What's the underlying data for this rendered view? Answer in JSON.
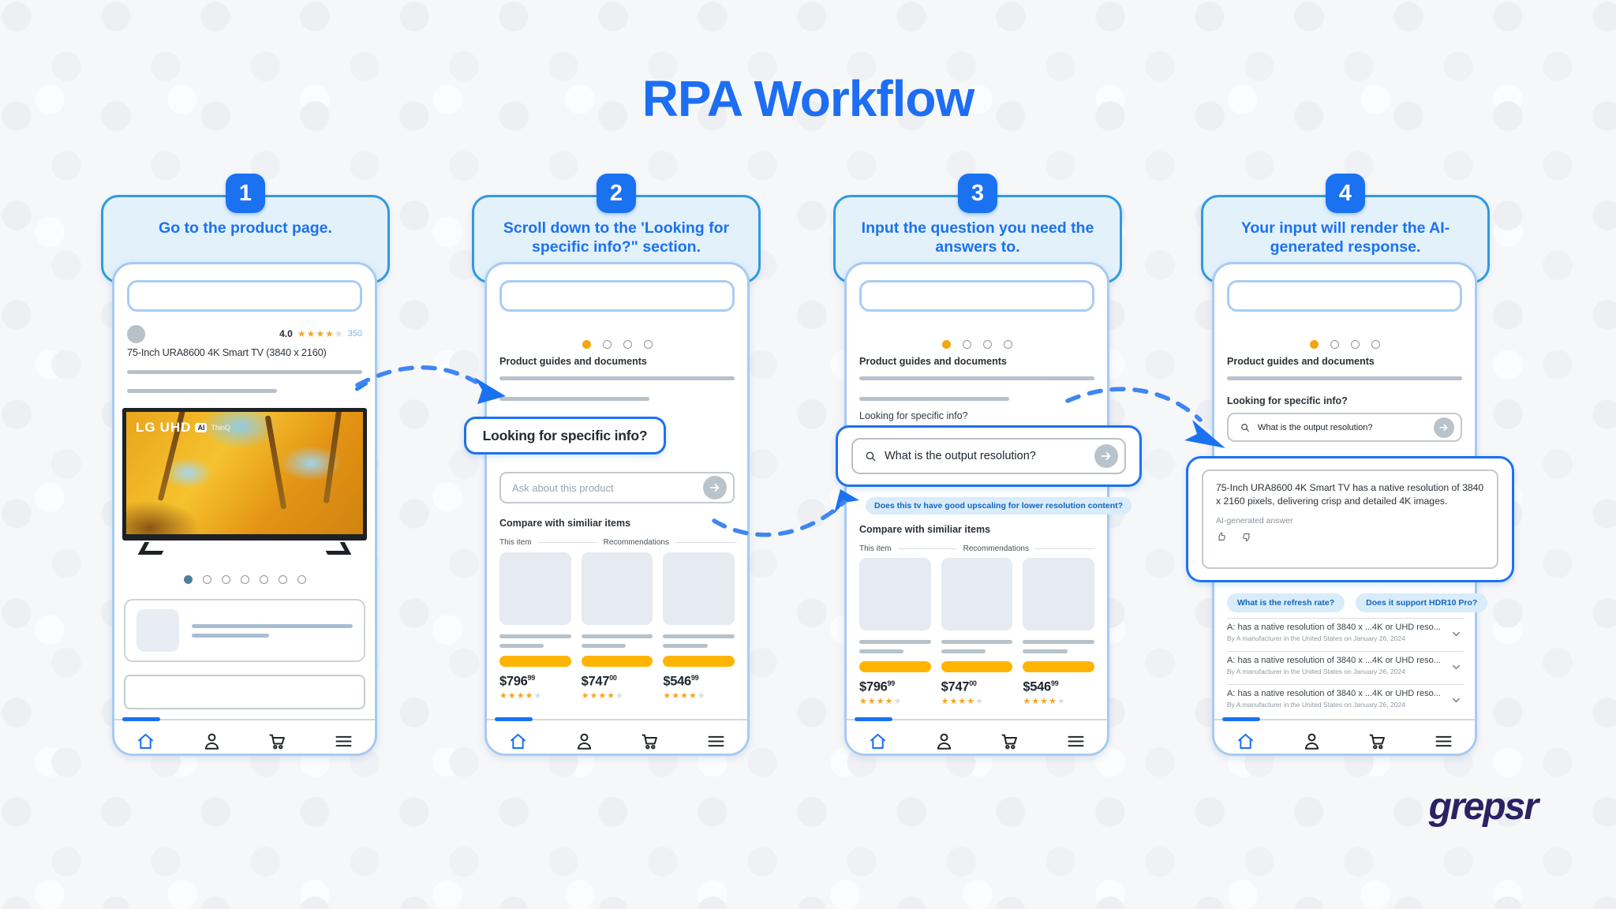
{
  "title": "RPA Workflow",
  "logo_text": "grepsr",
  "steps": [
    {
      "number": "1",
      "caption": "Go to the product page."
    },
    {
      "number": "2",
      "caption": "Scroll down to the 'Looking for specific info?\" section."
    },
    {
      "number": "3",
      "caption": "Input the question you need the answers to."
    },
    {
      "number": "4",
      "caption": "Your input will render the AI-generated response."
    }
  ],
  "product": {
    "rating": "4.0",
    "review_count": "350",
    "title": "75-Inch URA8600 4K Smart TV (3840 x 2160)",
    "tv_overlay": {
      "brand": "LG",
      "type": "UHD",
      "badge": "AI",
      "sub": "ThinQ"
    }
  },
  "labels": {
    "guides": "Product guides and documents",
    "looking": "Looking for specific info?",
    "ask_placeholder": "Ask about this product",
    "question": "What is the output resolution?",
    "suggestion": "Does this tv have good upscaling for lower resolution content?",
    "compare": "Compare with similiar items",
    "this_item": "This item",
    "recommendations": "Recommendations"
  },
  "compare_items": [
    {
      "price": "$796",
      "cents": "99"
    },
    {
      "price": "$747",
      "cents": "00"
    },
    {
      "price": "$546",
      "cents": "99"
    }
  ],
  "answer": {
    "text": "75-Inch URA8600 4K Smart TV has a native resolution of 3840 x 2160 pixels, delivering crisp and detailed 4K images.",
    "label": "AI-generated answer"
  },
  "chips": [
    {
      "label": "What is the refresh rate?"
    },
    {
      "label": "Does it support HDR10 Pro?"
    }
  ],
  "qa_items": [
    {
      "title": "A: has a native resolution of 3840 x ...4K or UHD reso...",
      "meta": "By A manufacturer in the United States on January 26, 2024"
    },
    {
      "title": "A: has a native resolution of 3840 x ...4K or UHD reso...",
      "meta": "By A manufacturer in the United States on January 26, 2024"
    },
    {
      "title": "A: has a native resolution of 3840 x ...4K or UHD reso...",
      "meta": "By A manufacturer in the United States on January 26, 2024"
    }
  ],
  "colors": {
    "accent_blue": "#1b72f0",
    "step_card_border": "#2e9ae3",
    "step_card_bg": "#e3f1fb",
    "phone_border": "#a6cbf3",
    "button_orange": "#ffb400",
    "star_orange": "#f5a623",
    "chip_bg": "#d8ecfa",
    "chip_text": "#1565c0",
    "logo_navy": "#2b2163"
  }
}
